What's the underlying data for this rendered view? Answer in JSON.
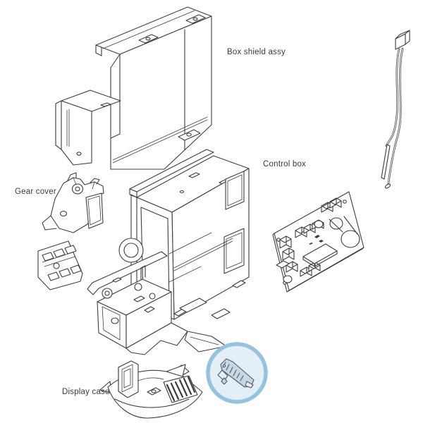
{
  "diagram": {
    "type": "exploded-parts-view",
    "background_color": "#ffffff",
    "line_color": "#3d3d3d",
    "labels": {
      "box_shield": "Box shield assy",
      "control_box": "Control box",
      "gear_cover": "Gear cover",
      "display_case": "Display case"
    },
    "unlabeled_parts": [
      "terminal-block",
      "gear-assembly",
      "circuit-board",
      "thermistor-cable",
      "highlighted-latch-part"
    ],
    "highlight": {
      "ring_color": "#96c2e2",
      "fill_color": "#e4eef7",
      "part_fill": "#c9d7e4",
      "part_line_color": "#4b5a6a"
    }
  }
}
